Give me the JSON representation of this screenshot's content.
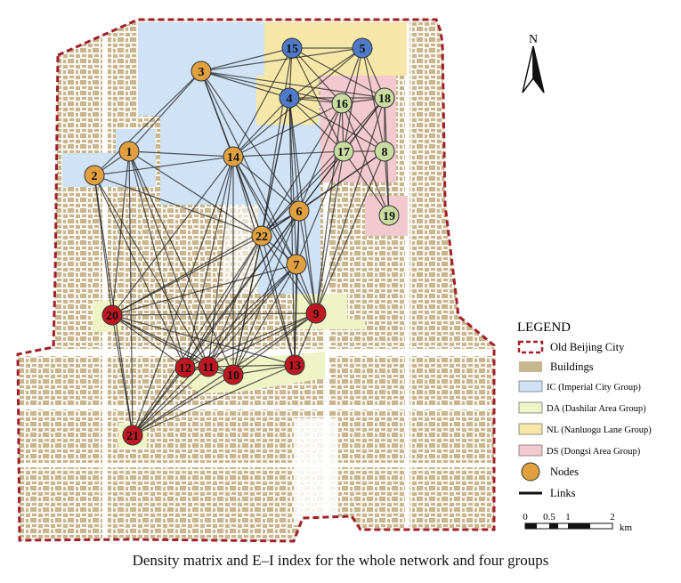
{
  "caption": "Density matrix and E–I index for the whole network and four groups",
  "north_label": "N",
  "legend": {
    "title": "LEGEND",
    "items": [
      {
        "symbol": "dashed-outline",
        "label": "Old Beijing City",
        "color": "#a0202a"
      },
      {
        "symbol": "fill",
        "label": "Buildings",
        "color": "#c8b68e"
      },
      {
        "symbol": "fill",
        "label": "IC (Imperial City Group)",
        "color": "#cfe2f6"
      },
      {
        "symbol": "fill",
        "label": "DA (Dashilar Area Group)",
        "color": "#eef4c6"
      },
      {
        "symbol": "fill",
        "label": "NL (Nanluogu Lane Group)",
        "color": "#f6e7a9"
      },
      {
        "symbol": "fill",
        "label": "DS (Dongsi Area Group)",
        "color": "#f1c9cf"
      },
      {
        "symbol": "circle",
        "label": "Nodes",
        "color": "#e0a040"
      },
      {
        "symbol": "line",
        "label": "Links",
        "color": "#111111"
      }
    ]
  },
  "scale_bar": {
    "ticks": [
      "0",
      "0.5",
      "1",
      "2"
    ],
    "unit": "km"
  },
  "colors": {
    "boundary": "#a0202a",
    "building": "#c8b68e",
    "ic": "#cfe2f6",
    "da": "#eef4c6",
    "nl": "#f6e7a9",
    "ds": "#f1c9cf",
    "node_ic": "#e0a040",
    "node_nl": "#4f7ac8",
    "node_ds": "#c8dca0",
    "node_da": "#c01823"
  },
  "nodes": [
    {
      "id": "1",
      "group": "ic"
    },
    {
      "id": "2",
      "group": "ic"
    },
    {
      "id": "3",
      "group": "ic"
    },
    {
      "id": "4",
      "group": "nl"
    },
    {
      "id": "5",
      "group": "nl"
    },
    {
      "id": "6",
      "group": "ic"
    },
    {
      "id": "7",
      "group": "ic"
    },
    {
      "id": "8",
      "group": "ds"
    },
    {
      "id": "9",
      "group": "da"
    },
    {
      "id": "10",
      "group": "da"
    },
    {
      "id": "11",
      "group": "da"
    },
    {
      "id": "12",
      "group": "da"
    },
    {
      "id": "13",
      "group": "da"
    },
    {
      "id": "14",
      "group": "ic"
    },
    {
      "id": "15",
      "group": "nl"
    },
    {
      "id": "16",
      "group": "ds"
    },
    {
      "id": "17",
      "group": "ds"
    },
    {
      "id": "18",
      "group": "ds"
    },
    {
      "id": "19",
      "group": "ds"
    },
    {
      "id": "20",
      "group": "da"
    },
    {
      "id": "21",
      "group": "da"
    },
    {
      "id": "22",
      "group": "ic"
    }
  ],
  "links": [
    [
      "3",
      "15"
    ],
    [
      "3",
      "5"
    ],
    [
      "3",
      "4"
    ],
    [
      "3",
      "16"
    ],
    [
      "3",
      "18"
    ],
    [
      "3",
      "14"
    ],
    [
      "3",
      "1"
    ],
    [
      "3",
      "22"
    ],
    [
      "3",
      "6"
    ],
    [
      "3",
      "7"
    ],
    [
      "3",
      "2"
    ],
    [
      "15",
      "5"
    ],
    [
      "15",
      "4"
    ],
    [
      "15",
      "16"
    ],
    [
      "15",
      "18"
    ],
    [
      "15",
      "14"
    ],
    [
      "15",
      "17"
    ],
    [
      "15",
      "22"
    ],
    [
      "5",
      "4"
    ],
    [
      "5",
      "16"
    ],
    [
      "5",
      "18"
    ],
    [
      "5",
      "14"
    ],
    [
      "5",
      "8"
    ],
    [
      "5",
      "17"
    ],
    [
      "4",
      "16"
    ],
    [
      "4",
      "18"
    ],
    [
      "4",
      "14"
    ],
    [
      "4",
      "17"
    ],
    [
      "4",
      "8"
    ],
    [
      "4",
      "22"
    ],
    [
      "4",
      "6"
    ],
    [
      "4",
      "7"
    ],
    [
      "4",
      "9"
    ],
    [
      "4",
      "13"
    ],
    [
      "4",
      "10"
    ],
    [
      "16",
      "18"
    ],
    [
      "16",
      "17"
    ],
    [
      "16",
      "8"
    ],
    [
      "16",
      "14"
    ],
    [
      "16",
      "22"
    ],
    [
      "16",
      "6"
    ],
    [
      "16",
      "9"
    ],
    [
      "16",
      "19"
    ],
    [
      "18",
      "8"
    ],
    [
      "18",
      "17"
    ],
    [
      "18",
      "19"
    ],
    [
      "18",
      "6"
    ],
    [
      "18",
      "22"
    ],
    [
      "18",
      "9"
    ],
    [
      "17",
      "8"
    ],
    [
      "17",
      "14"
    ],
    [
      "17",
      "6"
    ],
    [
      "17",
      "22"
    ],
    [
      "17",
      "7"
    ],
    [
      "17",
      "9"
    ],
    [
      "17",
      "19"
    ],
    [
      "8",
      "19"
    ],
    [
      "8",
      "6"
    ],
    [
      "8",
      "22"
    ],
    [
      "8",
      "9"
    ],
    [
      "1",
      "2"
    ],
    [
      "1",
      "14"
    ],
    [
      "1",
      "22"
    ],
    [
      "1",
      "20"
    ],
    [
      "1",
      "12"
    ],
    [
      "1",
      "11"
    ],
    [
      "1",
      "10"
    ],
    [
      "1",
      "21"
    ],
    [
      "2",
      "14"
    ],
    [
      "2",
      "20"
    ],
    [
      "2",
      "21"
    ],
    [
      "2",
      "22"
    ],
    [
      "2",
      "12"
    ],
    [
      "2",
      "11"
    ],
    [
      "14",
      "22"
    ],
    [
      "14",
      "6"
    ],
    [
      "14",
      "7"
    ],
    [
      "14",
      "9"
    ],
    [
      "14",
      "12"
    ],
    [
      "14",
      "11"
    ],
    [
      "14",
      "10"
    ],
    [
      "14",
      "13"
    ],
    [
      "14",
      "20"
    ],
    [
      "14",
      "21"
    ],
    [
      "22",
      "6"
    ],
    [
      "22",
      "7"
    ],
    [
      "22",
      "9"
    ],
    [
      "22",
      "12"
    ],
    [
      "22",
      "11"
    ],
    [
      "22",
      "10"
    ],
    [
      "22",
      "13"
    ],
    [
      "22",
      "20"
    ],
    [
      "22",
      "21"
    ],
    [
      "6",
      "7"
    ],
    [
      "6",
      "9"
    ],
    [
      "6",
      "13"
    ],
    [
      "6",
      "10"
    ],
    [
      "6",
      "11"
    ],
    [
      "6",
      "12"
    ],
    [
      "6",
      "20"
    ],
    [
      "6",
      "21"
    ],
    [
      "7",
      "9"
    ],
    [
      "7",
      "13"
    ],
    [
      "7",
      "10"
    ],
    [
      "7",
      "11"
    ],
    [
      "7",
      "12"
    ],
    [
      "7",
      "20"
    ],
    [
      "7",
      "21"
    ],
    [
      "20",
      "12"
    ],
    [
      "20",
      "11"
    ],
    [
      "20",
      "10"
    ],
    [
      "20",
      "13"
    ],
    [
      "20",
      "9"
    ],
    [
      "20",
      "21"
    ],
    [
      "21",
      "12"
    ],
    [
      "21",
      "11"
    ],
    [
      "21",
      "10"
    ],
    [
      "21",
      "13"
    ],
    [
      "21",
      "9"
    ],
    [
      "12",
      "11"
    ],
    [
      "11",
      "10"
    ],
    [
      "10",
      "13"
    ],
    [
      "13",
      "9"
    ],
    [
      "12",
      "10"
    ],
    [
      "11",
      "13"
    ],
    [
      "9",
      "10"
    ],
    [
      "9",
      "11"
    ],
    [
      "9",
      "12"
    ]
  ]
}
